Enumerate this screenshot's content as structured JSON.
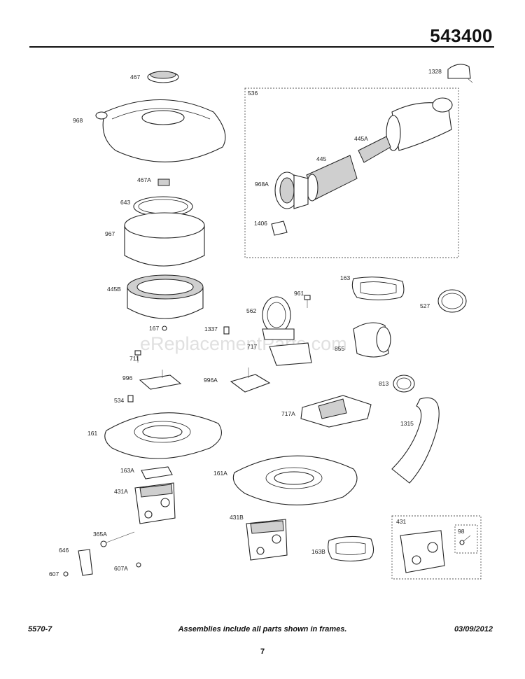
{
  "header": {
    "model_number": "543400"
  },
  "watermark": "eReplacementParts.com",
  "parts": {
    "p467": "467",
    "p1328": "1328",
    "p536": "536",
    "p968": "968",
    "p445A": "445A",
    "p445": "445",
    "p968A": "968A",
    "p467A": "467A",
    "p643": "643",
    "p1406": "1406",
    "p967": "967",
    "p445B": "445B",
    "p163": "163",
    "p961": "961",
    "p562": "562",
    "p527": "527",
    "p167": "167",
    "p1337": "1337",
    "p717": "717",
    "p855": "855",
    "p711": "711",
    "p996": "996",
    "p996A": "996A",
    "p813": "813",
    "p534": "534",
    "p717A": "717A",
    "p161": "161",
    "p1315": "1315",
    "p163A": "163A",
    "p161A": "161A",
    "p431A": "431A",
    "p431B": "431B",
    "p431": "431",
    "p98": "98",
    "p365A": "365A",
    "p646": "646",
    "p163B": "163B",
    "p607A": "607A",
    "p607": "607"
  },
  "footer": {
    "left": "5570-7",
    "center": "Assemblies include all parts shown in frames.",
    "right": "03/09/2012",
    "page_number": "7"
  }
}
